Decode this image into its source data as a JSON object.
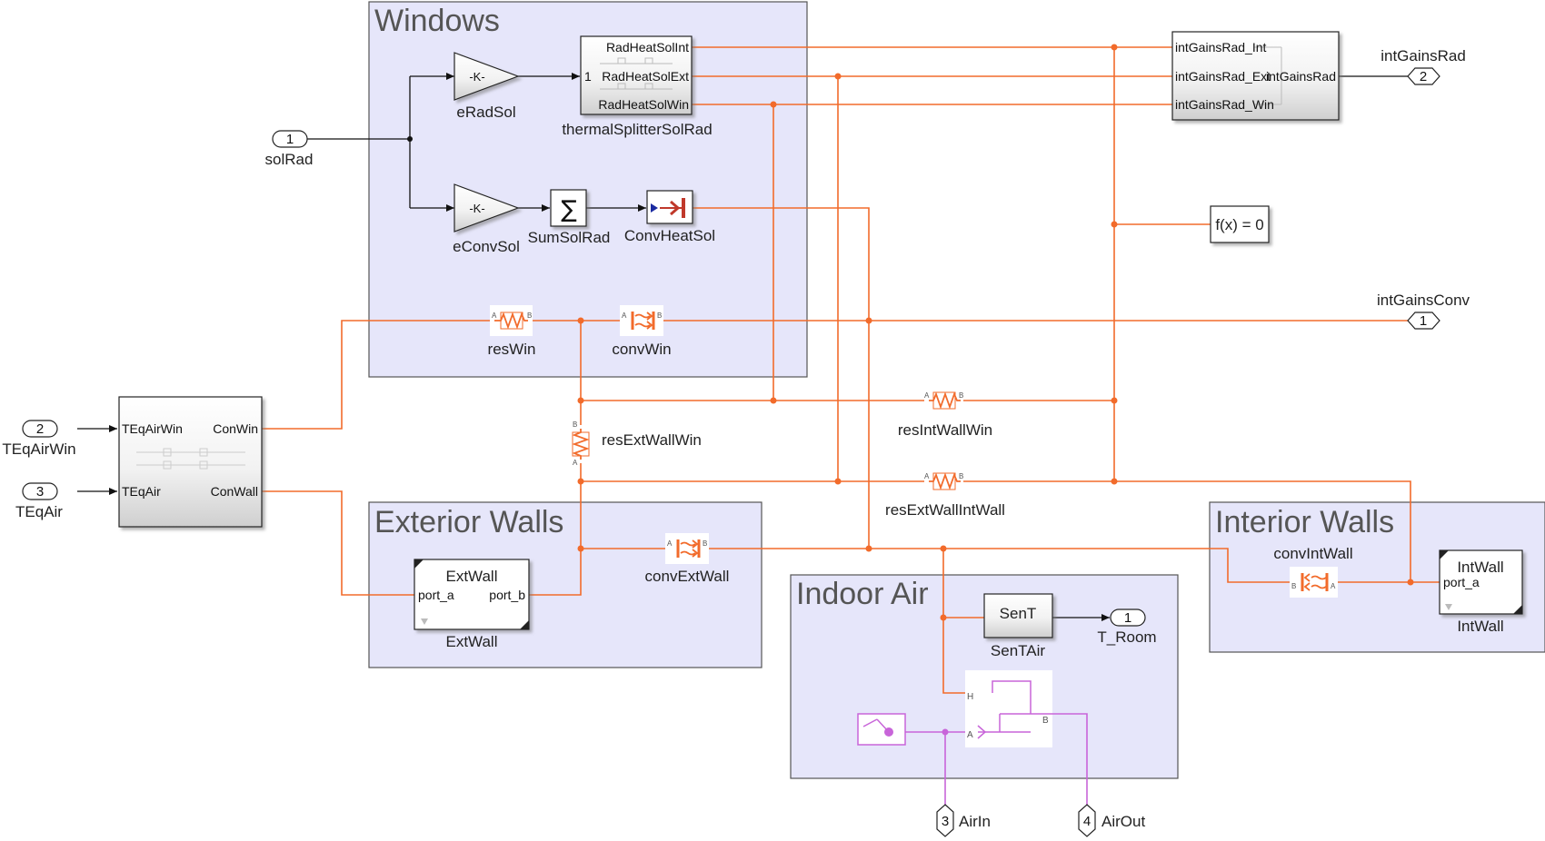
{
  "areas": {
    "windows": "Windows",
    "exterior_walls": "Exterior Walls",
    "indoor_air": "Indoor Air",
    "interior_walls": "Interior Walls"
  },
  "inports": {
    "solRad": {
      "num": "1",
      "label": "solRad"
    },
    "teqairwin": {
      "num": "2",
      "label": "TEqAirWin"
    },
    "teqair": {
      "num": "3",
      "label": "TEqAir"
    }
  },
  "outports": {
    "intGainsRad": {
      "num": "2",
      "label": "intGainsRad"
    },
    "intGainsConv": {
      "num": "1",
      "label": "intGainsConv"
    },
    "t_room": {
      "num": "1",
      "label": "T_Room"
    },
    "airIn": {
      "num": "3",
      "label": "AirIn"
    },
    "airOut": {
      "num": "4",
      "label": "AirOut"
    }
  },
  "blocks": {
    "eRadSol": {
      "name": "eRadSol",
      "gain": "-K-"
    },
    "eConvSol": {
      "name": "eConvSol",
      "gain": "-K-"
    },
    "sumSolRad": {
      "name": "SumSolRad",
      "symbol": "∑"
    },
    "convHeatSol": {
      "name": "ConvHeatSol"
    },
    "thermalSplitterSolRad": {
      "name": "thermalSplitterSolRad",
      "in_port": "1",
      "ports": [
        "RadHeatSolInt",
        "RadHeatSolExt",
        "RadHeatSolWin"
      ]
    },
    "intGainsSplitter": {
      "ports": [
        "intGainsRad_Int",
        "intGainsRad_Ext",
        "intGainsRad_Win"
      ],
      "out_port": "intGainsRad"
    },
    "fx": {
      "label": "f(x) = 0"
    },
    "resWin": {
      "name": "resWin",
      "a": "A",
      "b": "B"
    },
    "convWin": {
      "name": "convWin",
      "a": "A",
      "b": "B"
    },
    "resExtWallWin": {
      "name": "resExtWallWin",
      "a": "A",
      "b": "B"
    },
    "resIntWallWin": {
      "name": "resIntWallWin",
      "a": "A",
      "b": "B"
    },
    "resExtWallIntWall": {
      "name": "resExtWallIntWall",
      "a": "A",
      "b": "B"
    },
    "convExtWall": {
      "name": "convExtWall",
      "a": "A",
      "b": "B"
    },
    "convIntWall": {
      "name": "convIntWall",
      "a": "A",
      "b": "B"
    },
    "teqSub": {
      "in1": "TEqAirWin",
      "in2": "TEqAir",
      "out1": "ConWin",
      "out2": "ConWall"
    },
    "extWall": {
      "name": "ExtWall",
      "title": "ExtWall",
      "port_a": "port_a",
      "port_b": "port_b"
    },
    "intWall": {
      "name": "IntWall",
      "title": "IntWall",
      "port_a": "port_a"
    },
    "senT": {
      "name": "SenTAir",
      "title": "SenT"
    },
    "moistAir": {
      "h": "H",
      "a": "A",
      "b": "B"
    }
  },
  "colors": {
    "thermal": "#f26b2b",
    "signal": "#111111",
    "moist_air": "#c865d9",
    "area_fill": "#e6e6fa"
  }
}
